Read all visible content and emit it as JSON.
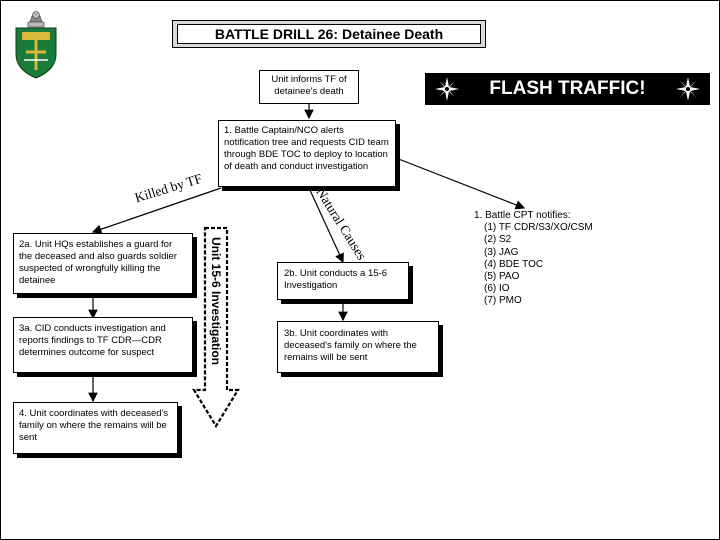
{
  "title": {
    "main": "BATTLE DRILL 26:",
    "sub": "Detainee Death"
  },
  "flash": {
    "label": "FLASH TRAFFIC!"
  },
  "boxes": {
    "inform": "Unit informs TF of detainee's death",
    "step1": "1. Battle Captain/NCO alerts notification tree and requests CID team through BDE TOC to deploy to location of death and conduct investigation",
    "step2a": "2a. Unit HQs establishes a guard for the deceased and also guards soldier suspected of wrongfully killing the detainee",
    "step3a": "3a. CID conducts investigation and reports findings to TF CDR—CDR determines outcome for suspect",
    "step4": "4. Unit coordinates with deceased's family on where the remains will be sent",
    "step2b": "2b. Unit conducts a 15-6 Investigation",
    "step3b": "3b. Unit coordinates with deceased's family on where the remains will be sent"
  },
  "branches": {
    "killed": "Killed by TF",
    "natural": "Natural Causes"
  },
  "arrow_label": "Unit 15-6 Investigation",
  "notify": {
    "header": "1. Battle CPT notifies:",
    "items": [
      "(1) TF CDR/S3/XO/CSM",
      "(2) S2",
      "(3) JAG",
      "(4) BDE TOC",
      "(5) PAO",
      "(6) IO",
      "(7) PMO"
    ]
  },
  "colors": {
    "logo_green": "#1a7a3a",
    "logo_gold": "#d8b93a",
    "flash_bg": "#000000",
    "title_bg": "#d9d9d9"
  },
  "icons": {
    "logo": "unit-crest-icon",
    "flash": "compass-rose-icon"
  }
}
